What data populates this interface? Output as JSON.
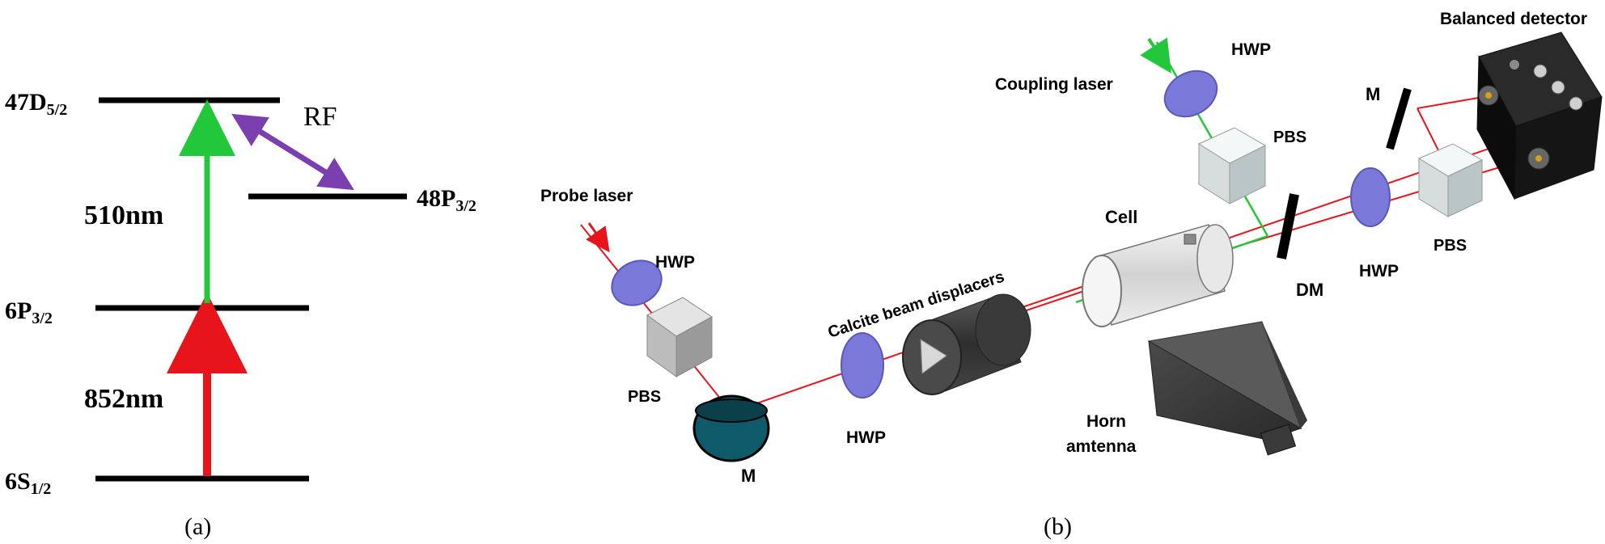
{
  "panel_a": {
    "levels": [
      {
        "name": "6S",
        "sub": "1/2"
      },
      {
        "name": "6P",
        "sub": "3/2"
      },
      {
        "name": "47D",
        "sub": "5/2"
      },
      {
        "name": "48P",
        "sub": "3/2"
      }
    ],
    "transitions": {
      "probe": "852nm",
      "coupling": "510nm",
      "rf": "RF"
    },
    "caption": "(a)"
  },
  "panel_b": {
    "labels": {
      "probe_laser": "Probe laser",
      "coupling_laser": "Coupling laser",
      "hwp_probe": "HWP",
      "pbs_probe": "PBS",
      "mirror_probe": "M",
      "hwp_mid": "HWP",
      "calcite": "Calcite beam displacers",
      "cell": "Cell",
      "hwp_coupling": "HWP",
      "pbs_coupling": "PBS",
      "dm": "DM",
      "hwp_detector": "HWP",
      "pbs_detector": "PBS",
      "mirror_detector": "M",
      "balanced_detector": "Balanced detector",
      "horn_line1": "Horn",
      "horn_line2": "amtenna"
    },
    "caption": "(b)"
  },
  "colors": {
    "probe_beam": "#e8141c",
    "coupling_beam": "#22c83a",
    "rf_arrow": "#7b3fb0",
    "optic_purple": "#7a78d8",
    "mirror_teal": "#0f5a6a"
  }
}
